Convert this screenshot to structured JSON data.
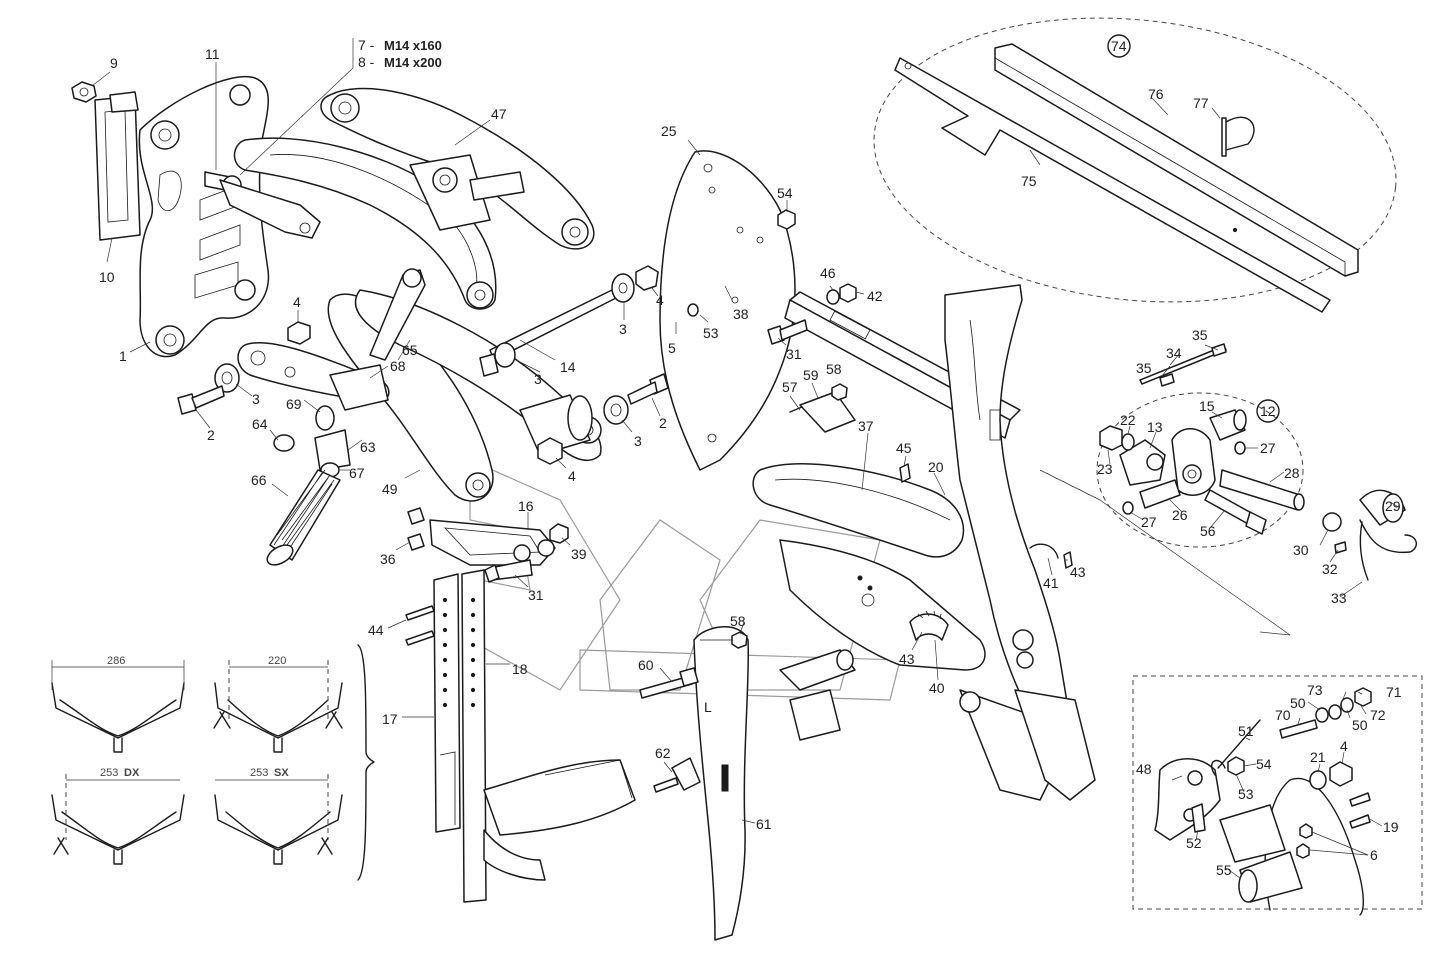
{
  "callouts": [
    {
      "id": "c9",
      "text": "9"
    },
    {
      "id": "c11",
      "text": "11"
    },
    {
      "id": "c10",
      "text": "10"
    },
    {
      "id": "c1",
      "text": "1"
    },
    {
      "id": "c47",
      "text": "47"
    },
    {
      "id": "c4a",
      "text": "4"
    },
    {
      "id": "c3a",
      "text": "3"
    },
    {
      "id": "c2a",
      "text": "2"
    },
    {
      "id": "c64",
      "text": "64"
    },
    {
      "id": "c69",
      "text": "69"
    },
    {
      "id": "c68",
      "text": "68"
    },
    {
      "id": "c65",
      "text": "65"
    },
    {
      "id": "c63",
      "text": "63"
    },
    {
      "id": "c67",
      "text": "67"
    },
    {
      "id": "c66",
      "text": "66"
    },
    {
      "id": "c49",
      "text": "49"
    },
    {
      "id": "c25",
      "text": "25"
    },
    {
      "id": "c54a",
      "text": "54"
    },
    {
      "id": "c38",
      "text": "38"
    },
    {
      "id": "c4b",
      "text": "4"
    },
    {
      "id": "c3b",
      "text": "3"
    },
    {
      "id": "c14",
      "text": "14"
    },
    {
      "id": "c3c",
      "text": "3"
    },
    {
      "id": "c5",
      "text": "5"
    },
    {
      "id": "c53a",
      "text": "53"
    },
    {
      "id": "c2b",
      "text": "2"
    },
    {
      "id": "c3d",
      "text": "3"
    },
    {
      "id": "c4c",
      "text": "4"
    },
    {
      "id": "c16",
      "text": "16"
    },
    {
      "id": "c39",
      "text": "39"
    },
    {
      "id": "c36",
      "text": "36"
    },
    {
      "id": "c31a",
      "text": "31"
    },
    {
      "id": "c44",
      "text": "44"
    },
    {
      "id": "c18",
      "text": "18"
    },
    {
      "id": "c17",
      "text": "17"
    },
    {
      "id": "c46",
      "text": "46"
    },
    {
      "id": "c42",
      "text": "42"
    },
    {
      "id": "c31b",
      "text": "31"
    },
    {
      "id": "c57",
      "text": "57"
    },
    {
      "id": "c59",
      "text": "59"
    },
    {
      "id": "c58a",
      "text": "58"
    },
    {
      "id": "c37",
      "text": "37"
    },
    {
      "id": "c45",
      "text": "45"
    },
    {
      "id": "c20",
      "text": "20"
    },
    {
      "id": "c58b",
      "text": "58"
    },
    {
      "id": "c60",
      "text": "60"
    },
    {
      "id": "c62",
      "text": "62"
    },
    {
      "id": "c61",
      "text": "61"
    },
    {
      "id": "c43a",
      "text": "43"
    },
    {
      "id": "c40",
      "text": "40"
    },
    {
      "id": "c41",
      "text": "41"
    },
    {
      "id": "c43b",
      "text": "43"
    },
    {
      "id": "c74",
      "text": "74"
    },
    {
      "id": "c76",
      "text": "76"
    },
    {
      "id": "c77",
      "text": "77"
    },
    {
      "id": "c75",
      "text": "75"
    },
    {
      "id": "c35a",
      "text": "35"
    },
    {
      "id": "c34",
      "text": "34"
    },
    {
      "id": "c35b",
      "text": "35"
    },
    {
      "id": "c15",
      "text": "15"
    },
    {
      "id": "c12",
      "text": "12"
    },
    {
      "id": "c22",
      "text": "22"
    },
    {
      "id": "c13",
      "text": "13"
    },
    {
      "id": "c27a",
      "text": "27"
    },
    {
      "id": "c23",
      "text": "23"
    },
    {
      "id": "c28",
      "text": "28"
    },
    {
      "id": "c27b",
      "text": "27"
    },
    {
      "id": "c26",
      "text": "26"
    },
    {
      "id": "c56",
      "text": "56"
    },
    {
      "id": "c29",
      "text": "29"
    },
    {
      "id": "c30",
      "text": "30"
    },
    {
      "id": "c32",
      "text": "32"
    },
    {
      "id": "c33",
      "text": "33"
    },
    {
      "id": "c73",
      "text": "73"
    },
    {
      "id": "c71",
      "text": "71"
    },
    {
      "id": "c50a",
      "text": "50"
    },
    {
      "id": "c70",
      "text": "70"
    },
    {
      "id": "c50b",
      "text": "50"
    },
    {
      "id": "c72",
      "text": "72"
    },
    {
      "id": "c51",
      "text": "51"
    },
    {
      "id": "c21",
      "text": "21"
    },
    {
      "id": "c4d",
      "text": "4"
    },
    {
      "id": "c48",
      "text": "48"
    },
    {
      "id": "c54b",
      "text": "54"
    },
    {
      "id": "c53b",
      "text": "53"
    },
    {
      "id": "c19",
      "text": "19"
    },
    {
      "id": "c52",
      "text": "52"
    },
    {
      "id": "c6",
      "text": "6"
    },
    {
      "id": "c55",
      "text": "55"
    }
  ],
  "bolt_note": {
    "line1_num": "7 -",
    "line1_spec": "M14 x160",
    "line2_num": "8 -",
    "line2_spec": "M14 x200"
  },
  "dimensions": {
    "d286": "286",
    "d220": "220",
    "d253dx_value": "253",
    "d253dx_suffix": "DX",
    "d253sx_value": "253",
    "d253sx_suffix": "SX"
  },
  "tine_mark": "L"
}
